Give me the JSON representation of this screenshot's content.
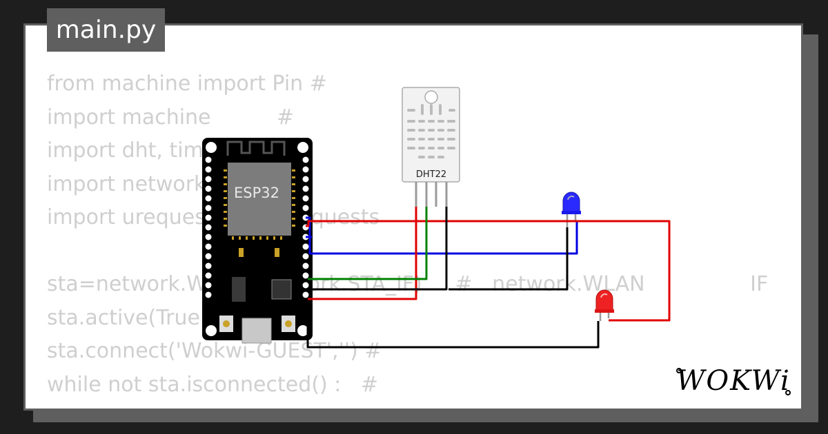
{
  "file_tab": {
    "label": "main.py"
  },
  "code_lines": [
    "from machine import Pin #",
    "import machine          #",
    "import dht, time",
    "import network",
    "import urequests        urequests",
    "",
    "sta=network.WLAN(network.STA_IF)     #   network.WLAN                IF",
    "sta.active(True)",
    "sta.connect('Wokwi-GUEST','') #",
    "while not sta.isconnected() :   #"
  ],
  "board": {
    "label": "ESP32"
  },
  "sensor": {
    "label": "DHT22"
  },
  "brand": {
    "label": "WOKWi"
  },
  "colors": {
    "background": "#1e1e1e",
    "card": "#ffffff",
    "tab": "#5f5f5f",
    "code_text": "#cfcfcf",
    "wire_red": "#e00000",
    "wire_blue": "#0000e0",
    "wire_green": "#008000",
    "wire_black": "#000000",
    "led_blue": "#2a2aff",
    "led_red": "#ee2222"
  }
}
